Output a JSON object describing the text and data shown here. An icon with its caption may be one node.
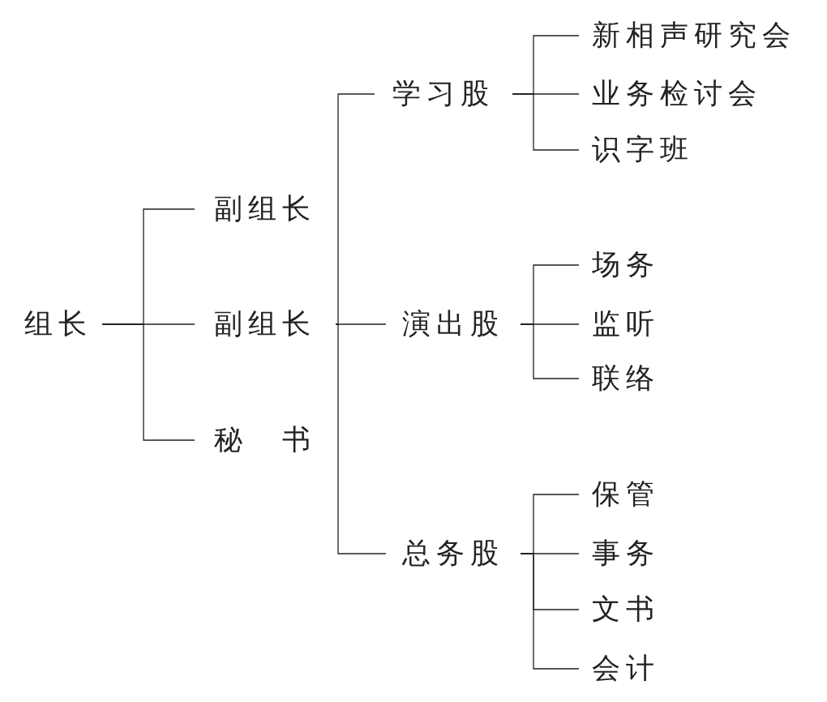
{
  "diagram": {
    "nodes": [
      {
        "text": [
          "组长"
        ]
      },
      {
        "text": [
          "副组长"
        ]
      },
      {
        "text": [
          "副组长"
        ]
      },
      {
        "text": [
          "秘　书"
        ]
      },
      {
        "text": [
          "学习股"
        ]
      },
      {
        "text": [
          "新相声研究会"
        ]
      },
      {
        "text": [
          "业务检讨会"
        ]
      },
      {
        "text": [
          "识字班"
        ]
      },
      {
        "text": [
          "演出股"
        ]
      },
      {
        "text": [
          "场务"
        ]
      },
      {
        "text": [
          "监听"
        ]
      },
      {
        "text": [
          "联络"
        ]
      },
      {
        "text": [
          "总务股"
        ]
      },
      {
        "text": [
          "保管"
        ]
      },
      {
        "text": [
          "事务"
        ]
      },
      {
        "text": [
          "文书"
        ]
      },
      {
        "text": [
          "会计"
        ]
      }
    ],
    "edges": [
      {
        "from": 0,
        "to": 1,
        "arrow": "none"
      },
      {
        "from": 0,
        "to": 2,
        "arrow": "none"
      },
      {
        "from": 0,
        "to": 3,
        "arrow": "none"
      },
      {
        "from": 2,
        "to": 4,
        "arrow": "none"
      },
      {
        "from": 2,
        "to": 8,
        "arrow": "none"
      },
      {
        "from": 2,
        "to": 12,
        "arrow": "none"
      },
      {
        "from": 4,
        "to": 5,
        "arrow": "none"
      },
      {
        "from": 4,
        "to": 6,
        "arrow": "none"
      },
      {
        "from": 4,
        "to": 7,
        "arrow": "none"
      },
      {
        "from": 8,
        "to": 9,
        "arrow": "none"
      },
      {
        "from": 8,
        "to": 10,
        "arrow": "none"
      },
      {
        "from": 8,
        "to": 11,
        "arrow": "none"
      },
      {
        "from": 12,
        "to": 13,
        "arrow": "none"
      },
      {
        "from": 12,
        "to": 14,
        "arrow": "none"
      },
      {
        "from": 12,
        "to": 15,
        "arrow": "none"
      },
      {
        "from": 12,
        "to": 16,
        "arrow": "none"
      }
    ]
  }
}
